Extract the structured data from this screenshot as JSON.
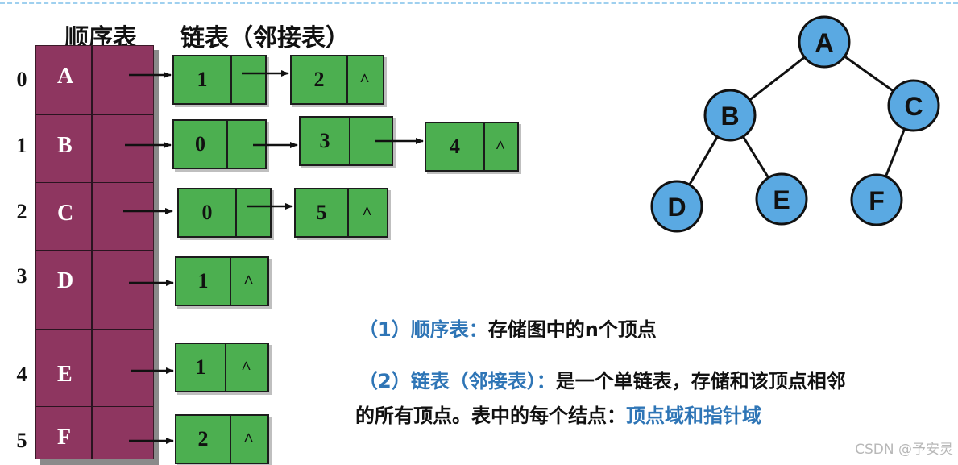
{
  "titles": {
    "sequential": "顺序表",
    "linked": "链表（邻接表）"
  },
  "indices": [
    "0",
    "1",
    "2",
    "3",
    "4",
    "5"
  ],
  "vertices": [
    "A",
    "B",
    "C",
    "D",
    "E",
    "F"
  ],
  "adjacency": {
    "row0": [
      {
        "value": "1",
        "ptr": ""
      },
      {
        "value": "2",
        "ptr": "^"
      }
    ],
    "row1": [
      {
        "value": "0",
        "ptr": ""
      },
      {
        "value": "3",
        "ptr": ""
      },
      {
        "value": "4",
        "ptr": "^"
      }
    ],
    "row2": [
      {
        "value": "0",
        "ptr": ""
      },
      {
        "value": "5",
        "ptr": "^"
      }
    ],
    "row3": [
      {
        "value": "1",
        "ptr": "^"
      }
    ],
    "row4": [
      {
        "value": "1",
        "ptr": "^"
      }
    ],
    "row5": [
      {
        "value": "2",
        "ptr": "^"
      }
    ]
  },
  "tree": {
    "nodes": [
      "A",
      "B",
      "C",
      "D",
      "E",
      "F"
    ],
    "edges": [
      [
        "A",
        "B"
      ],
      [
        "A",
        "C"
      ],
      [
        "B",
        "D"
      ],
      [
        "B",
        "E"
      ],
      [
        "C",
        "F"
      ]
    ],
    "node_color": "#5aa9e2"
  },
  "description": {
    "line1_label": "（1）顺序表：",
    "line1_text": "存储图中的n个顶点",
    "line2_label": "（2）链表（邻接表）：",
    "line2_text": "是一个单链表，存储和该顶点相邻",
    "line3_text": "的所有顶点。表中的每个结点：",
    "line3_highlight": "顶点域和指针域"
  },
  "watermark": "CSDN @予安灵",
  "colors": {
    "seq_table": "#8e3660",
    "list_node": "#4caf50",
    "accent_text": "#2e75b6"
  }
}
